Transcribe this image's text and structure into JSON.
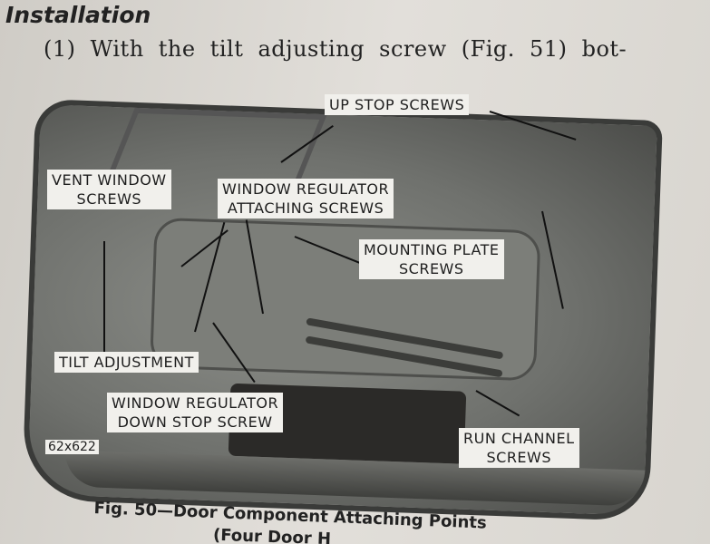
{
  "heading": "Installation",
  "body_text": "(1) With the tilt adjusting screw (Fig. 51) bot-",
  "figure": {
    "labels": {
      "up_stop": "UP STOP SCREWS",
      "vent_window": "VENT WINDOW\nSCREWS",
      "window_regulator_attaching": "WINDOW REGULATOR\nATTACHING SCREWS",
      "mounting_plate": "MOUNTING PLATE\nSCREWS",
      "tilt_adjustment": "TILT ADJUSTMENT",
      "window_regulator_down_stop": "WINDOW REGULATOR\nDOWN STOP SCREW",
      "run_channel": "RUN CHANNEL\nSCREWS"
    },
    "figure_id": "62x622",
    "caption": "Fig. 50—Door Component Attaching Points",
    "caption_line2": "(Four Door H"
  }
}
